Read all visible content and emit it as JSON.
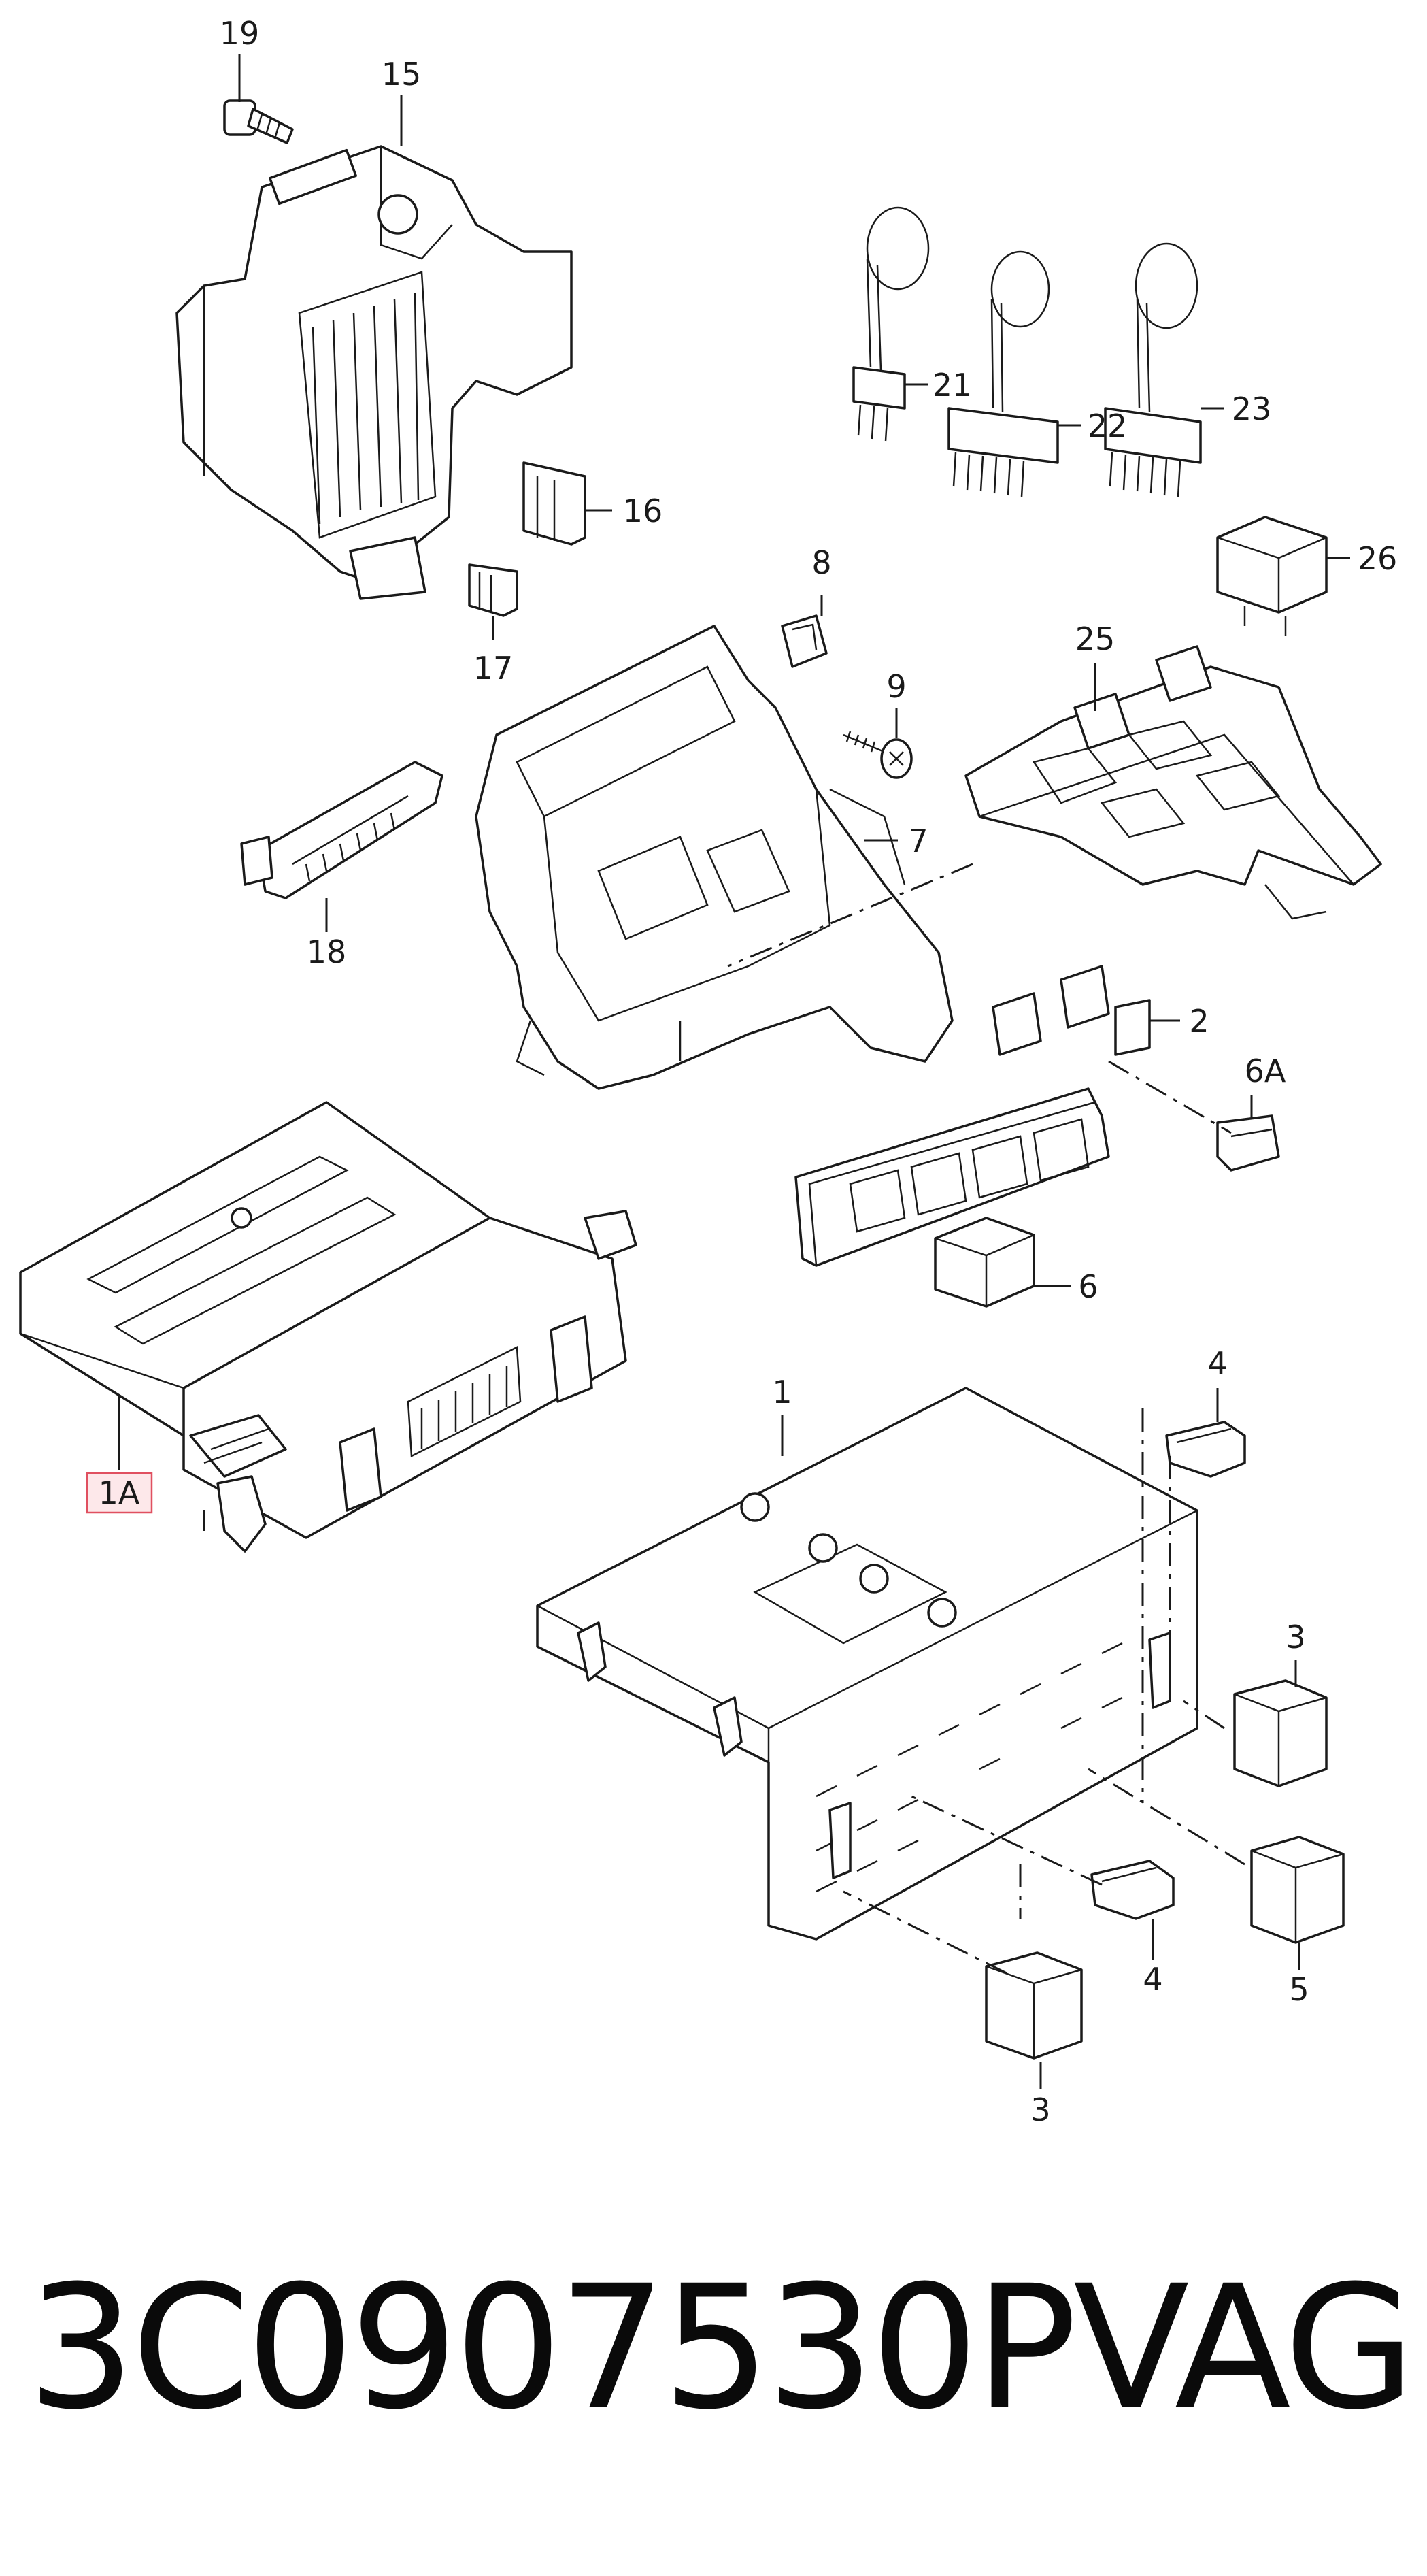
{
  "diagram": {
    "callouts": [
      "19",
      "15",
      "16",
      "17",
      "21",
      "22",
      "23",
      "26",
      "8",
      "25",
      "9",
      "7",
      "18",
      "2",
      "6A",
      "6",
      "1A",
      "4",
      "1",
      "3",
      "5",
      "4",
      "3"
    ],
    "highlight_color": "#e05060"
  },
  "footer": {
    "part_number": "3C0907530P",
    "brand": "VAG"
  }
}
